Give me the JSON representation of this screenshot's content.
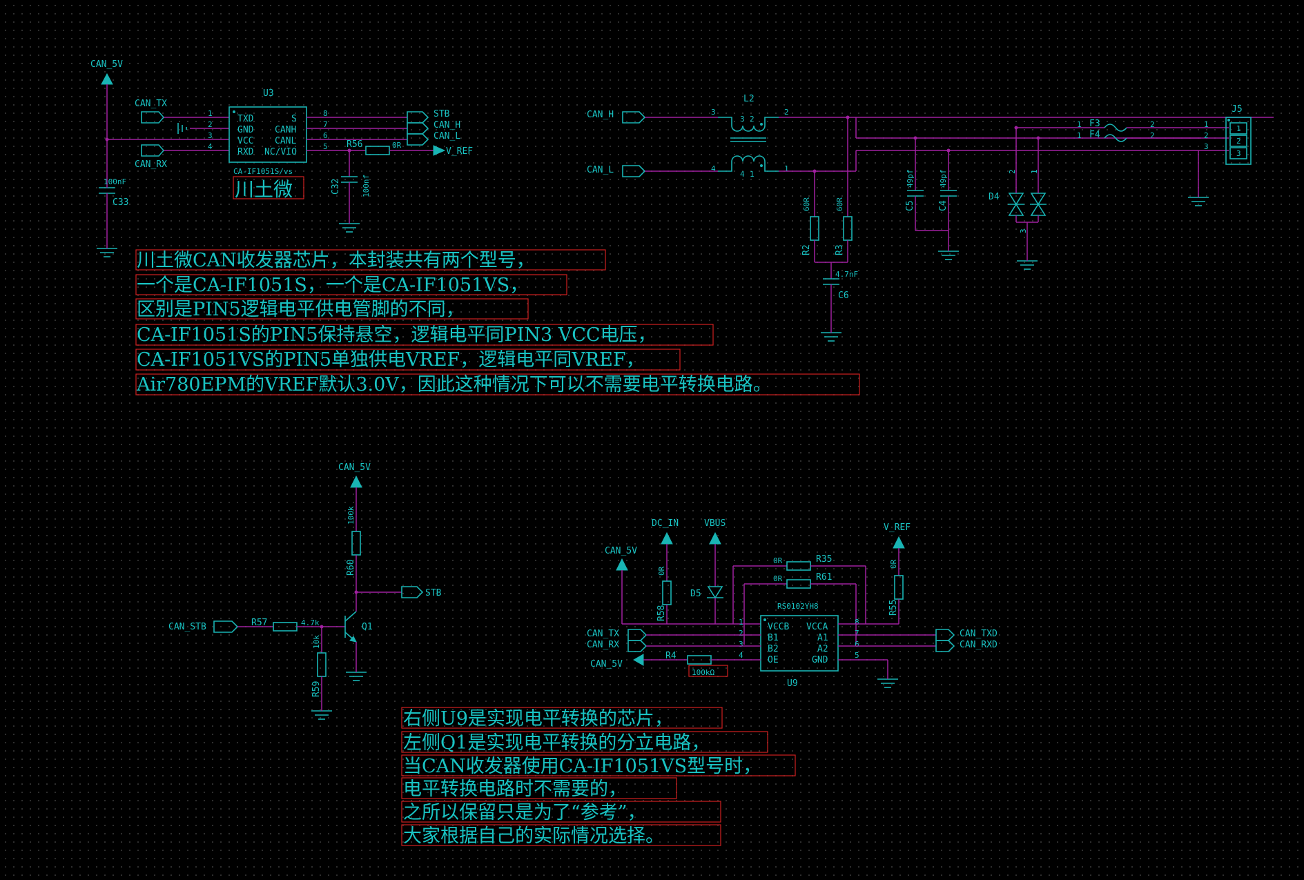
{
  "nets": {
    "can_5v": "CAN_5V",
    "can_tx": "CAN_TX",
    "can_rx": "CAN_RX",
    "stb": "STB",
    "can_h": "CAN_H",
    "can_l": "CAN_L",
    "v_ref": "V_REF",
    "can_stb": "CAN_STB",
    "dc_in": "DC_IN",
    "vbus": "VBUS",
    "can_txd": "CAN_TXD",
    "can_rxd": "CAN_RXD"
  },
  "u3": {
    "ref": "U3",
    "part": "CA-IF1051S/vs",
    "brand": "川土微",
    "left_pins": [
      "TXD",
      "GND",
      "VCC",
      "RXD"
    ],
    "right_pins": [
      "S",
      "CANH",
      "CANL",
      "NC/VIO"
    ],
    "left_nums": [
      "1",
      "2",
      "3",
      "4"
    ],
    "right_nums": [
      "8",
      "7",
      "6",
      "5"
    ]
  },
  "c33": {
    "ref": "C33",
    "value": "100nF"
  },
  "c32": {
    "ref": "C32",
    "value": "100nf"
  },
  "r56": {
    "ref": "R56",
    "value": "0R"
  },
  "l2": {
    "ref": "L2",
    "pins": [
      "3",
      "2",
      "4",
      "1"
    ]
  },
  "r2": {
    "ref": "R2",
    "value": "60R"
  },
  "r3": {
    "ref": "R3",
    "value": "60R"
  },
  "c6": {
    "ref": "C6",
    "value": "4.7nF"
  },
  "c5": {
    "ref": "C5",
    "value": "49pf"
  },
  "c4": {
    "ref": "C4",
    "value": "49pf"
  },
  "d4": {
    "ref": "D4",
    "pins": [
      "2",
      "1",
      "3"
    ]
  },
  "f3": {
    "ref": "F3"
  },
  "f4": {
    "ref": "F4"
  },
  "j5": {
    "ref": "J5",
    "pins": [
      "1",
      "2",
      "3"
    ]
  },
  "pin_nums": {
    "p1": "1",
    "p2": "2",
    "p3": "3",
    "p4": "4"
  },
  "q1": {
    "ref": "Q1"
  },
  "r60": {
    "ref": "R60",
    "value": "100k"
  },
  "r57": {
    "ref": "R57",
    "value": "4.7k"
  },
  "r59": {
    "ref": "R59",
    "value": "10k"
  },
  "u9": {
    "ref": "U9",
    "part": "RS0102YH8",
    "left_pins": [
      "VCCB",
      "B1",
      "B2",
      "OE"
    ],
    "right_pins": [
      "VCCA",
      "A1",
      "A2",
      "GND"
    ],
    "left_nums": [
      "1",
      "2",
      "3",
      "4"
    ],
    "right_nums": [
      "8",
      "7",
      "6",
      "5"
    ]
  },
  "r35": {
    "ref": "R35",
    "value": "0R"
  },
  "r61": {
    "ref": "R61",
    "value": "0R"
  },
  "r58": {
    "ref": "R58",
    "value": "0R"
  },
  "r55": {
    "ref": "R55",
    "value": "0R"
  },
  "d5": {
    "ref": "D5"
  },
  "r4": {
    "ref": "R4",
    "value": "100kΩ"
  },
  "note1": [
    "川土微CAN收发器芯片，本封装共有两个型号，",
    "一个是CA-IF1051S，一个是CA-IF1051VS，",
    "区别是PIN5逻辑电平供电管脚的不同，",
    "CA-IF1051S的PIN5保持悬空，逻辑电平同PIN3 VCC电压，",
    "CA-IF1051VS的PIN5单独供电VREF，逻辑电平同VREF，",
    "Air780EPM的VREF默认3.0V，因此这种情况下可以不需要电平转换电路。"
  ],
  "note2": [
    "右侧U9是实现电平转换的芯片，",
    "左侧Q1是实现电平转换的分立电路，",
    "当CAN收发器使用CA-IF1051VS型号时，",
    "电平转换电路时不需要的，",
    "之所以保留只是为了“参考”，",
    "大家根据自己的实际情况选择。"
  ]
}
